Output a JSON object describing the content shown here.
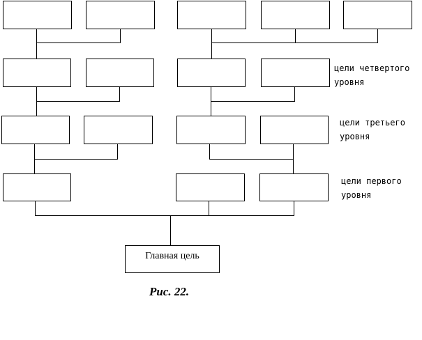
{
  "diagram": {
    "level_labels": {
      "fourth": [
        "цели четвертого",
        "уровня"
      ],
      "third": [
        "цели третьего",
        "уровня"
      ],
      "first": [
        "цели первого",
        "уровня"
      ]
    },
    "main_goal": "Главная цель",
    "caption": "Рис. 22."
  }
}
